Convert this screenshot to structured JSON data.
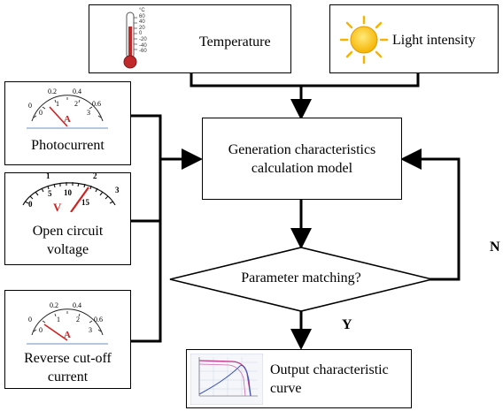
{
  "inputs": {
    "temperature": {
      "label": "Temperature",
      "icon": "thermometer-icon",
      "scale": [
        "°C",
        "60",
        "40",
        "20",
        "0",
        "-20",
        "-40",
        "-60"
      ]
    },
    "light": {
      "label": "Light intensity",
      "icon": "sun-icon"
    },
    "photocurrent": {
      "label": "Photocurrent",
      "icon": "ammeter-icon",
      "top_scale": [
        "0",
        "0.2",
        "0.4",
        "0.6"
      ],
      "bottom_scale": [
        "0",
        "1",
        "2",
        "3"
      ],
      "unit": "A"
    },
    "open_circuit_voltage": {
      "label_line1": "Open circuit",
      "label_line2": "voltage",
      "icon": "voltmeter-icon",
      "top_scale": [
        "1",
        "2",
        "3"
      ],
      "bottom_scale": [
        "0",
        "5",
        "10",
        "15"
      ],
      "unit": "V"
    },
    "reverse_current": {
      "label_line1": "Reverse cut-off",
      "label_line2": "current",
      "icon": "ammeter-icon",
      "top_scale": [
        "0",
        "0.2",
        "0.4",
        "0.6"
      ],
      "bottom_scale": [
        "0",
        "1",
        "2",
        "3"
      ],
      "unit": "A"
    }
  },
  "model": {
    "line1": "Generation characteristics",
    "line2": "calculation model"
  },
  "decision": {
    "label": "Parameter matching?",
    "no_label": "N",
    "yes_label": "Y"
  },
  "output": {
    "line1": "Output characteristic",
    "line2": "curve",
    "icon": "iv-curve-chart-icon"
  },
  "colors": {
    "needle": "#d42020",
    "sun": "#f5b400",
    "thermo": "#c0282a"
  }
}
